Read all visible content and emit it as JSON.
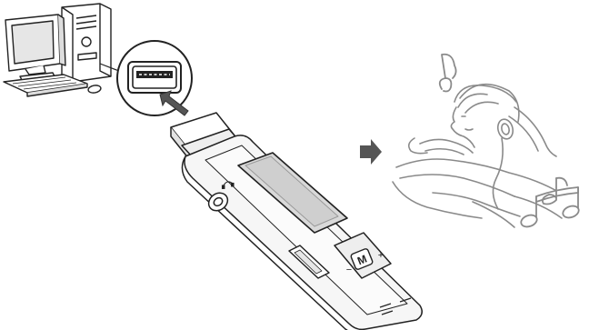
{
  "figure": {
    "kind": "line-art illustration",
    "panels": [
      {
        "id": "computer",
        "icon": "desktop-computer-icon"
      },
      {
        "id": "usb_port_callout",
        "icon": "usb-port-icon"
      },
      {
        "id": "plug_arrow",
        "icon": "arrow-icon"
      },
      {
        "id": "player",
        "icon": "mp3-player-icon"
      },
      {
        "id": "progress_arrow",
        "icon": "arrow-icon"
      },
      {
        "id": "listener",
        "icon": "person-listening-icon"
      },
      {
        "id": "music_notes",
        "icon": "music-note-icon"
      }
    ],
    "player_buttons": {
      "menu_label": "M",
      "plus_label": "+",
      "minus_label": "−"
    },
    "colors": {
      "ink": "#222222",
      "light_ink": "#8a8a8a",
      "arrow_fill": "#555555",
      "device_body": "#f6f6f6",
      "display": "#d9d9d9"
    }
  }
}
